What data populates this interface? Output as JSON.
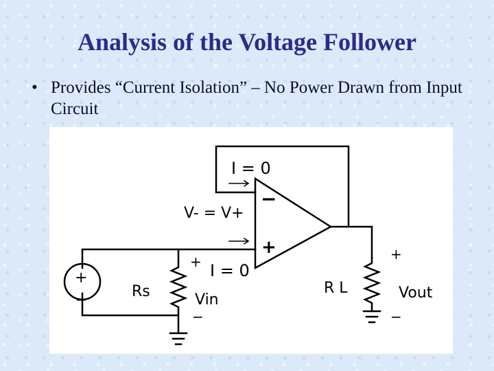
{
  "slide": {
    "title": "Analysis of the Voltage Follower",
    "bullet": {
      "marker": "•",
      "text": "Provides “Current Isolation” – No Power Drawn from Input Circuit"
    }
  },
  "diagram": {
    "labels": {
      "i_feedback": "I = 0",
      "v_equal": "V- = V+",
      "opamp_minus": "−",
      "opamp_plus": "+",
      "source_plus": "+",
      "source_minus": "−",
      "rs": "Rs",
      "vin_plus": "+",
      "i_input": "I = 0",
      "vin": "Vin",
      "vin_minus": "−",
      "rl": "R L",
      "vout_plus": "+",
      "vout": "Vout",
      "vout_minus": "−"
    }
  }
}
